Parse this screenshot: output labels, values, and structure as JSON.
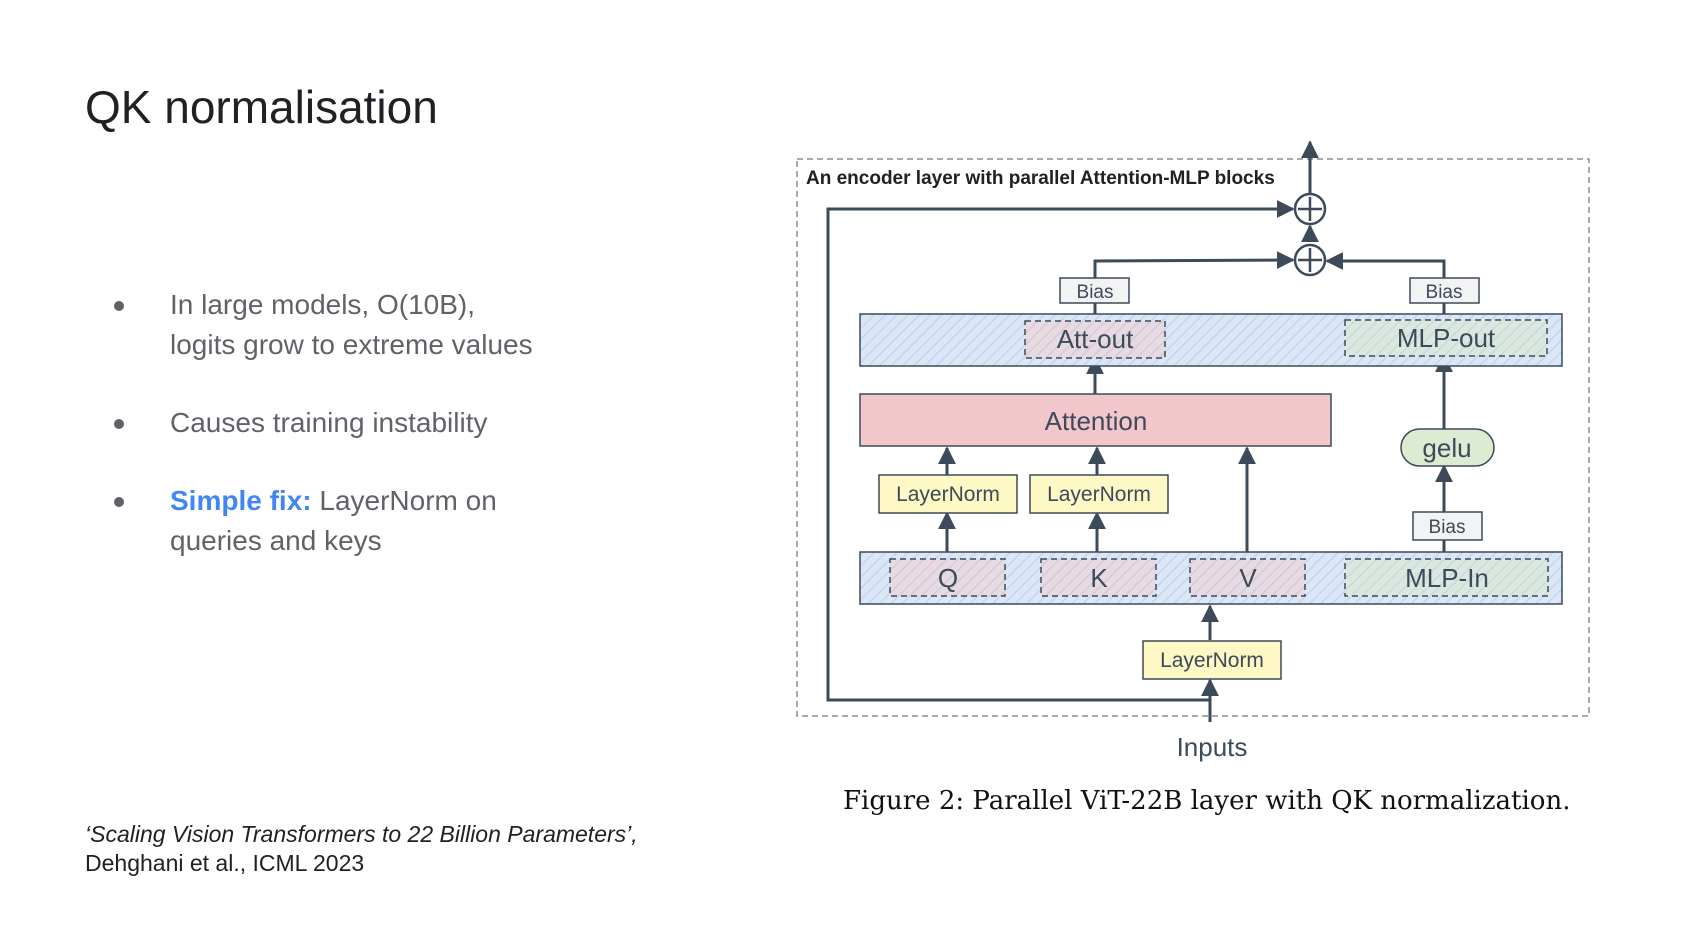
{
  "slide": {
    "title": "QK normalisation",
    "bullets": [
      {
        "line1": "In large models, O(10B),",
        "line2": "logits grow to extreme values"
      },
      {
        "line1": "Causes training instability"
      },
      {
        "highlight": "Simple fix:",
        "line1": " LayerNorm on",
        "line2": "queries and keys"
      }
    ],
    "citation": {
      "paper": "‘Scaling Vision Transformers to 22 Billion Parameters’,",
      "authors": "Dehghani et al., ICML 2023"
    }
  },
  "diagram": {
    "frame_title": "An encoder layer with parallel Attention-MLP blocks",
    "bias_att": "Bias",
    "bias_mlp_out": "Bias",
    "att_out": "Att-out",
    "mlp_out": "MLP-out",
    "attention": "Attention",
    "gelu": "gelu",
    "layernorm_q": "LayerNorm",
    "layernorm_k": "LayerNorm",
    "bias_mlp_in": "Bias",
    "q": "Q",
    "k": "K",
    "v": "V",
    "mlp_in": "MLP-In",
    "layernorm_input": "LayerNorm",
    "inputs": "Inputs",
    "colors": {
      "projection_fill": "#dbe6f7",
      "attention_fill": "#f2c7cc",
      "layernorm_fill": "#fdf8c4",
      "gelu_fill": "#deebd3",
      "line": "#3c4a5a"
    }
  },
  "caption": "Figure 2: Parallel ViT-22B layer with QK normalization."
}
